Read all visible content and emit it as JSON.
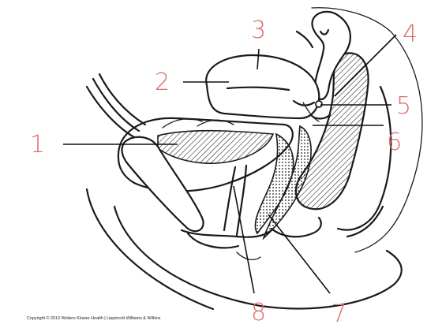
{
  "labels": [
    {
      "id": "1",
      "text": "1"
    },
    {
      "id": "2",
      "text": "2"
    },
    {
      "id": "3",
      "text": "3"
    },
    {
      "id": "4",
      "text": "4"
    },
    {
      "id": "5",
      "text": "5"
    },
    {
      "id": "6",
      "text": "6"
    },
    {
      "id": "7",
      "text": "7"
    },
    {
      "id": "8",
      "text": "8"
    }
  ],
  "credit": "Copyright © 2013 Wolters Kluwer Health | Lippincott Williams & Wilkins",
  "colors": {
    "label_text": "#e06a6a",
    "line": "#1a1a1a",
    "hatch": "#1a1a1a",
    "background": "#ffffff"
  }
}
